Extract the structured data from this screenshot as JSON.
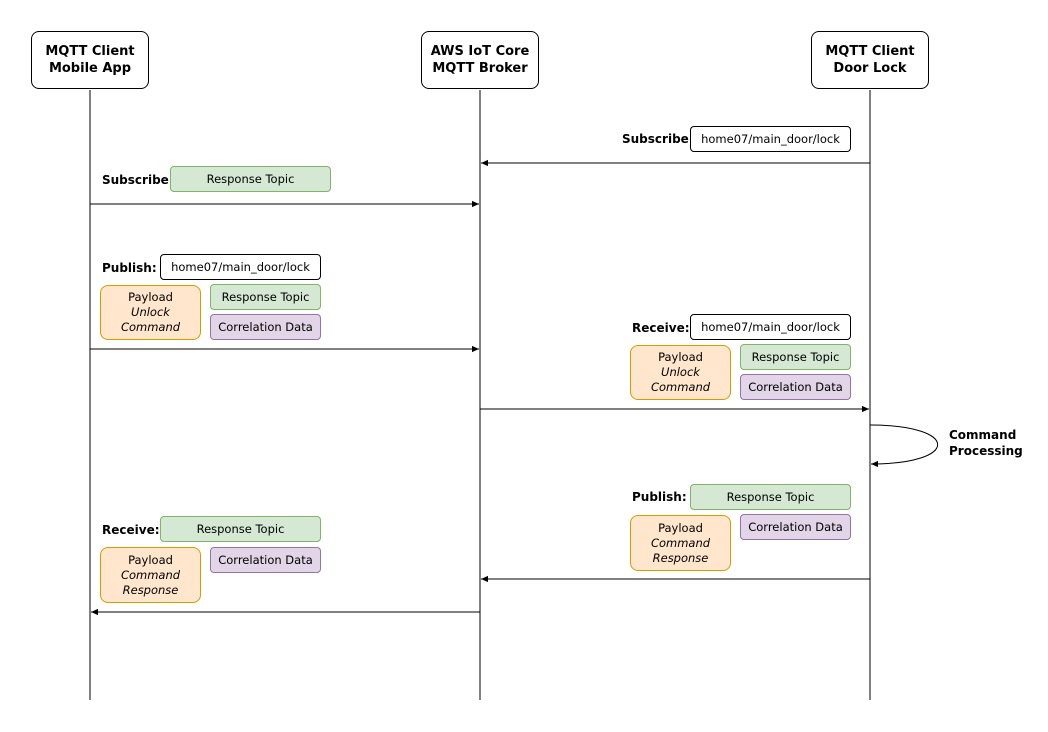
{
  "actors": {
    "mobile": {
      "line1": "MQTT Client",
      "line2": "Mobile App"
    },
    "broker": {
      "line1": "AWS IoT Core",
      "line2": "MQTT Broker"
    },
    "door": {
      "line1": "MQTT Client",
      "line2": "Door Lock"
    }
  },
  "messages": {
    "door_subscribe": {
      "label": "Subscribe:",
      "topic": "home07/main_door/lock"
    },
    "mobile_subscribe": {
      "label": "Subscribe:",
      "response_topic": "Response Topic"
    },
    "mobile_publish": {
      "label": "Publish:",
      "topic": "home07/main_door/lock",
      "payload_title": "Payload",
      "payload_body": "Unlock Command",
      "response_topic": "Response Topic",
      "correlation": "Correlation Data"
    },
    "door_receive": {
      "label": "Receive:",
      "topic": "home07/main_door/lock",
      "payload_title": "Payload",
      "payload_body": "Unlock Command",
      "response_topic": "Response Topic",
      "correlation": "Correlation Data"
    },
    "command_processing": {
      "line1": "Command",
      "line2": "Processing"
    },
    "door_publish": {
      "label": "Publish:",
      "response_topic": "Response Topic",
      "payload_title": "Payload",
      "payload_body_1": "Command",
      "payload_body_2": "Response",
      "correlation": "Correlation Data"
    },
    "mobile_receive": {
      "label": "Receive:",
      "response_topic": "Response Topic",
      "payload_title": "Payload",
      "payload_body_1": "Command",
      "payload_body_2": "Response",
      "correlation": "Correlation Data"
    }
  },
  "colors": {
    "response_topic_fill": "#d5e8d4",
    "response_topic_stroke": "#82b366",
    "correlation_fill": "#e1d5e7",
    "correlation_stroke": "#9673a6",
    "payload_fill": "#ffe6cc",
    "payload_stroke": "#d79b00"
  }
}
